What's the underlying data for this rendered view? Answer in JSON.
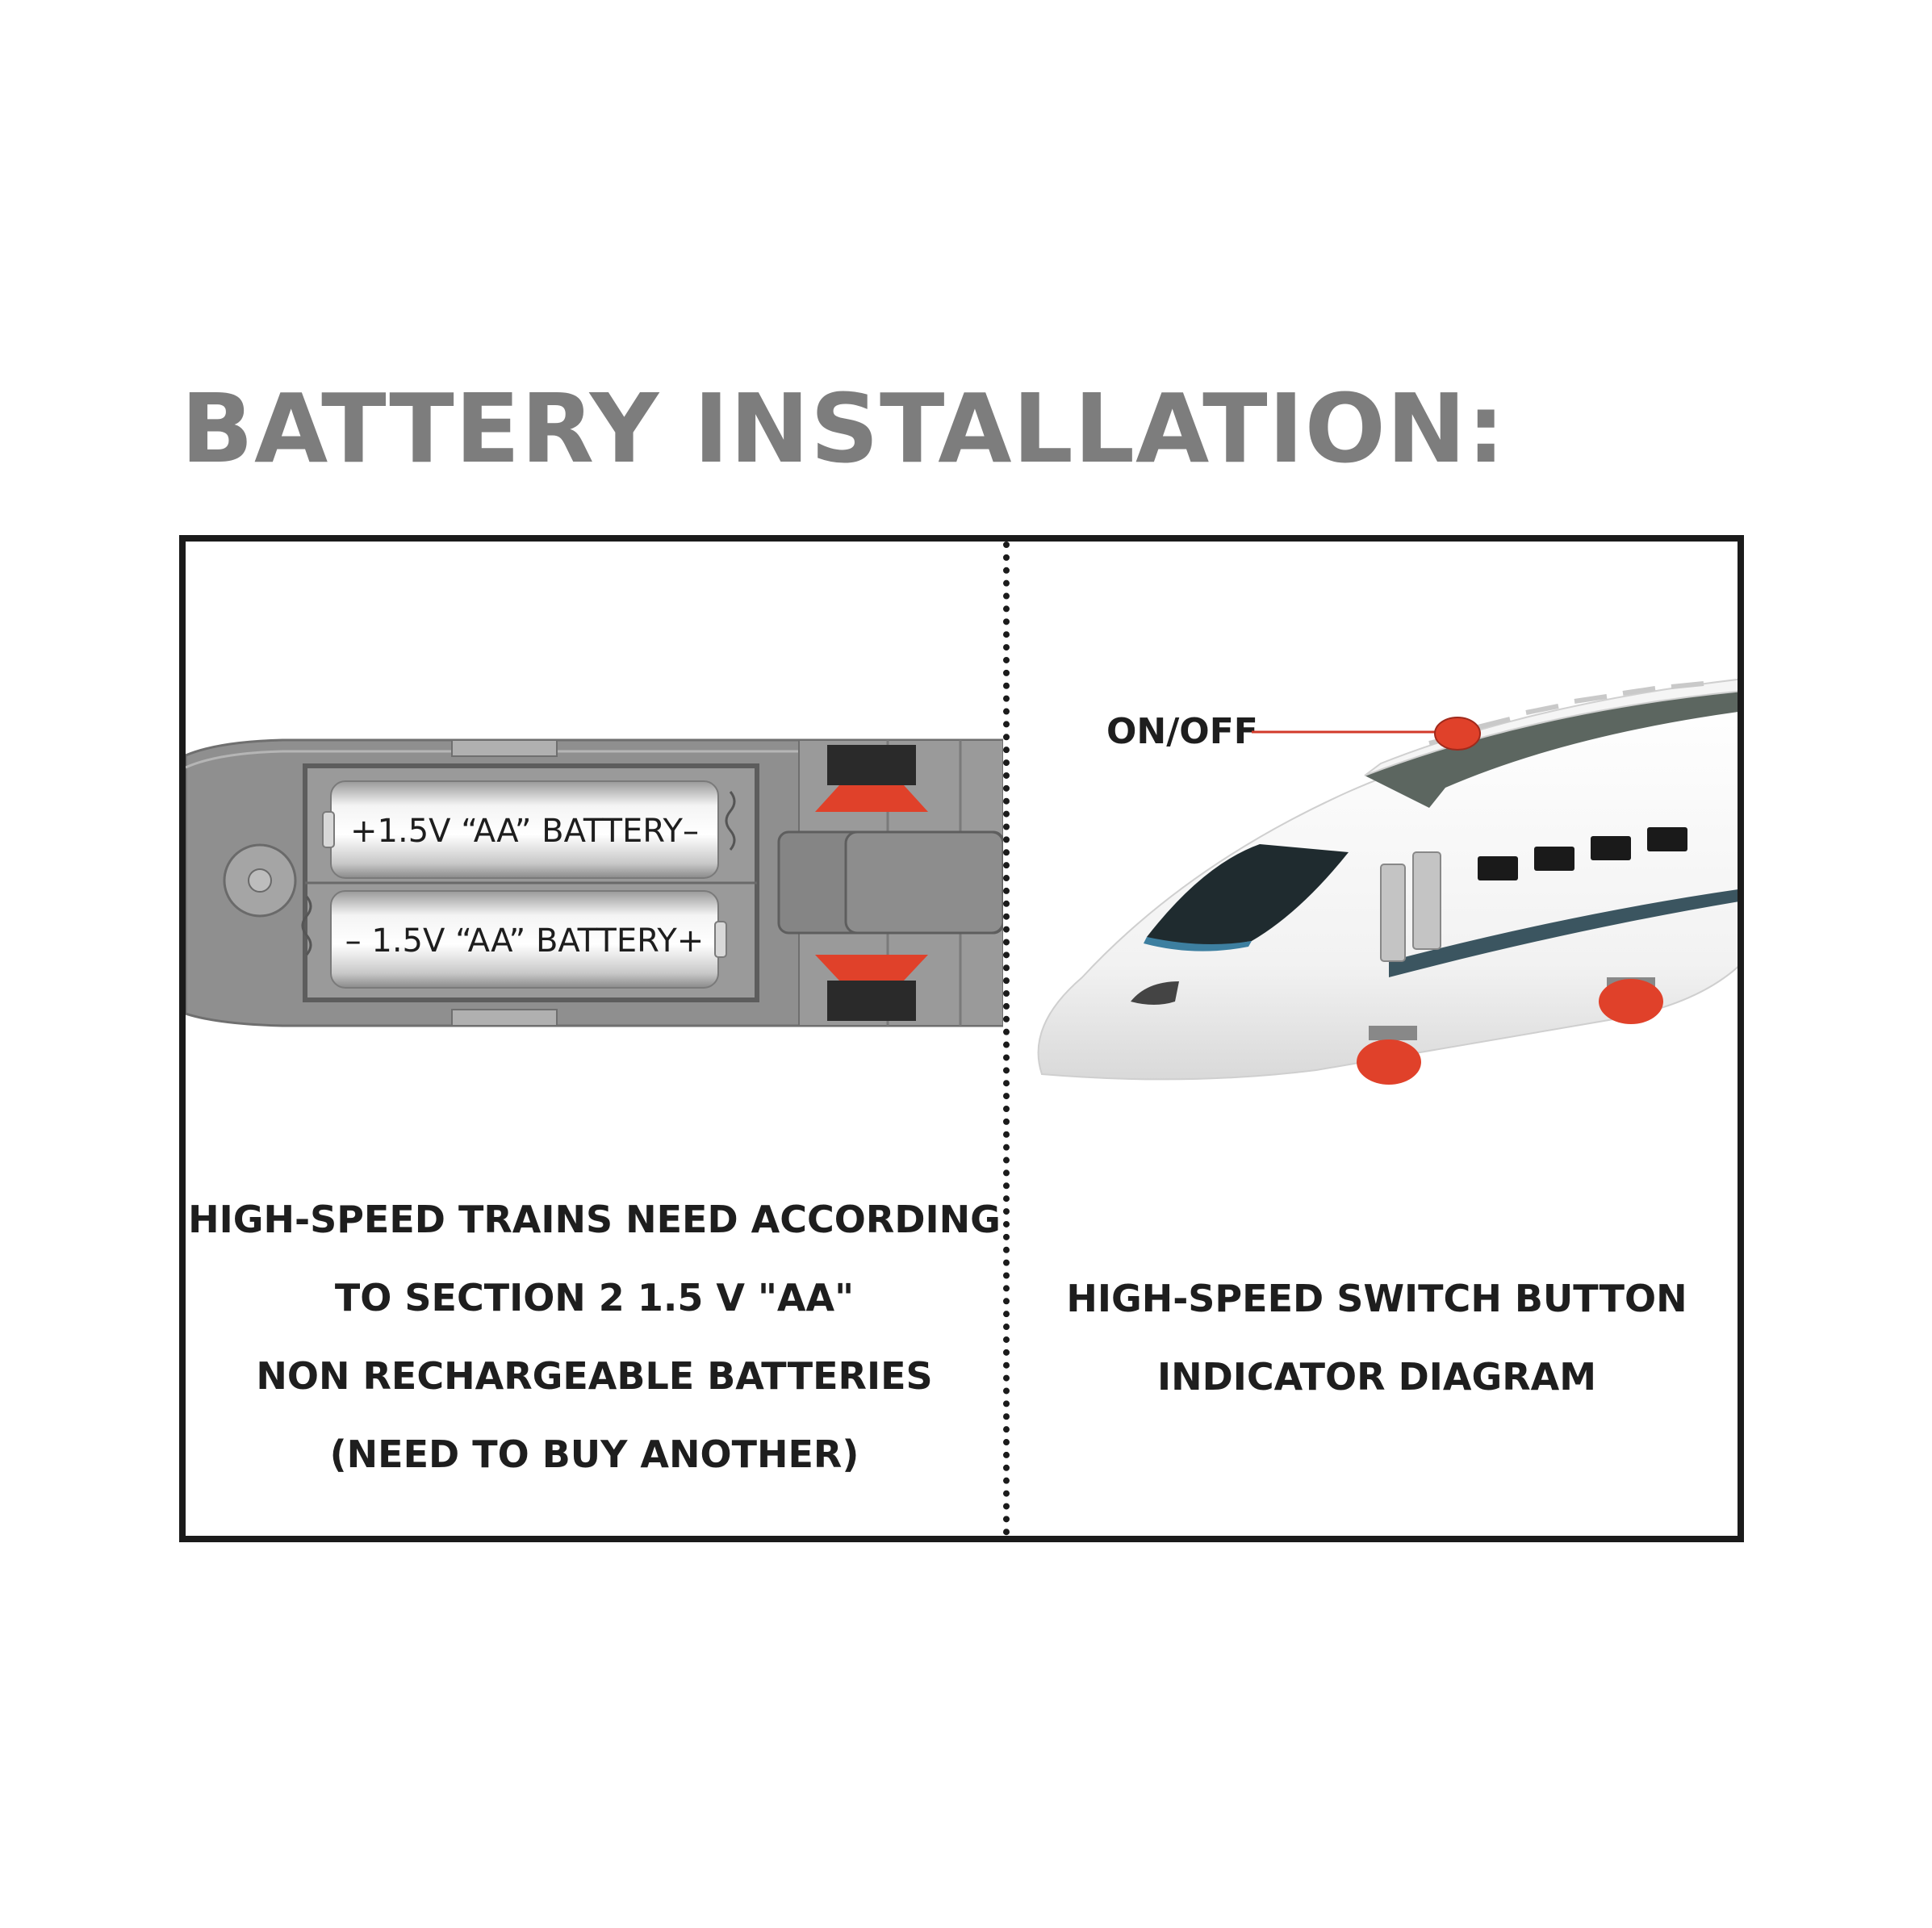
{
  "title": "BATTERY INSTALLATION:",
  "left_panel": {
    "battery_top_label": "+1.5V “AA” BATTERY–",
    "battery_bottom_label": "– 1.5V “AA” BATTERY+",
    "caption_lines": [
      "HIGH-SPEED TRAINS NEED ACCORDING",
      "TO SECTION 2 1.5 V \"AA\"",
      "NON RECHARGEABLE BATTERIES",
      "(NEED TO BUY ANOTHER)"
    ]
  },
  "right_panel": {
    "switch_label": "ON/OFF",
    "caption_lines": [
      "HIGH-SPEED SWITCH BUTTON",
      "INDICATOR DIAGRAM"
    ]
  },
  "colors": {
    "title": "#7d7d7d",
    "accent_red": "#e0412a",
    "compartment_gray": "#8c8c8c",
    "frame": "#1b1b1b"
  }
}
